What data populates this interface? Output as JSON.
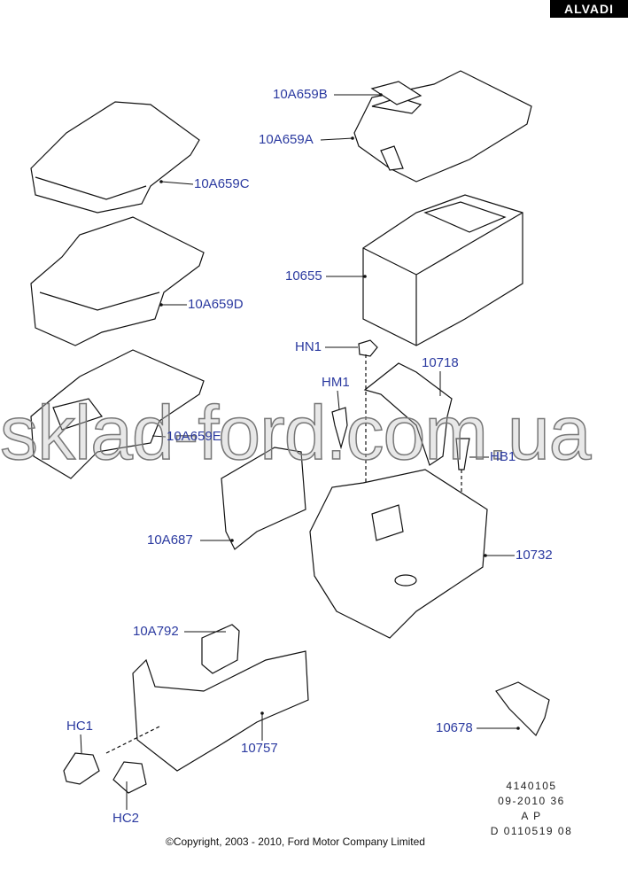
{
  "badge": "ALVADI",
  "watermark": "sklad-ford.com.ua",
  "labels": {
    "p10A659B": "10A659B",
    "p10A659A": "10A659A",
    "p10A659C": "10A659C",
    "p10A659D": "10A659D",
    "p10A659E": "10A659E",
    "p10655": "10655",
    "HN1": "HN1",
    "p10718": "10718",
    "HM1": "HM1",
    "HB1": "HB1",
    "p10A687": "10A687",
    "p10732": "10732",
    "p10A792": "10A792",
    "p10678": "10678",
    "HC1": "HC1",
    "p10757": "10757",
    "HC2": "HC2"
  },
  "codes": [
    "4140105",
    "09-2010 36",
    "A P",
    "D 0110519 08"
  ],
  "copyright": "©Copyright, 2003 - 2010, Ford Motor Company Limited"
}
